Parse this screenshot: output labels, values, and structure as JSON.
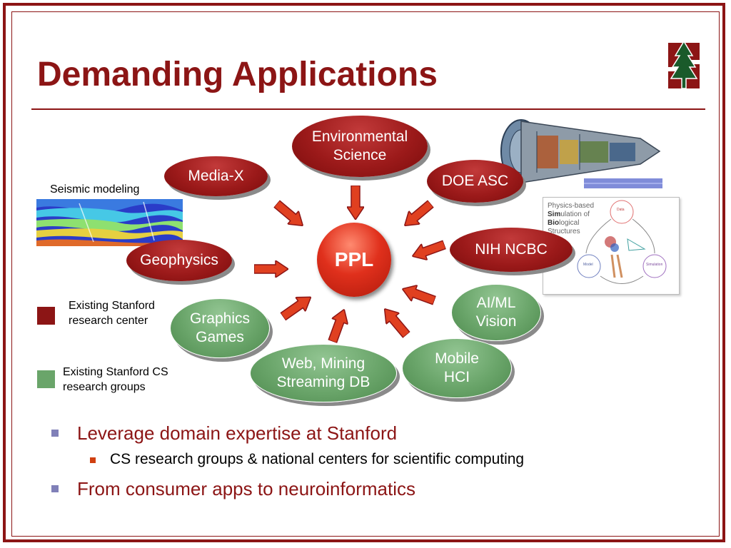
{
  "slide": {
    "title": "Demanding Applications",
    "colors": {
      "stanford_red": "#8c1515",
      "node_green": "#6aa56a",
      "ppl_red": "#e0301c",
      "bullet_blue": "#8080b8",
      "sub_bullet_orange": "#d04010"
    }
  },
  "center": {
    "label": "PPL"
  },
  "nodes": {
    "environmental": {
      "line1": "Environmental",
      "line2": "Science"
    },
    "media_x": {
      "label": "Media-X"
    },
    "doe_asc": {
      "label": "DOE ASC"
    },
    "geophysics": {
      "label": "Geophysics"
    },
    "nih_ncbc": {
      "label": "NIH NCBC"
    },
    "graphics": {
      "line1": "Graphics",
      "line2": "Games"
    },
    "ai_ml": {
      "line1": "AI/ML",
      "line2": "Vision"
    },
    "web": {
      "line1": "Web, Mining",
      "line2": "Streaming DB"
    },
    "mobile": {
      "line1": "Mobile",
      "line2": "HCI"
    }
  },
  "images": {
    "seismic_label": "Seismic modeling",
    "bio": {
      "line1": "Physics-based",
      "line2_bold": "Sim",
      "line2_rest": "ulation of",
      "line3_bold": "Bio",
      "line3_rest": "logical",
      "line4": "Structures",
      "node_data": "Data",
      "node_model": "Model",
      "node_simulation": "Simulation"
    }
  },
  "legend": {
    "red": {
      "line1": "Existing Stanford",
      "line2": "research center"
    },
    "green": {
      "line1": "Existing Stanford CS",
      "line2": "research groups"
    }
  },
  "bullets": {
    "b1": "Leverage domain expertise at Stanford",
    "b2": "CS research groups & national centers for scientific computing",
    "b3": "From consumer apps to neuroinformatics"
  },
  "icons": [
    "stanford-tree-logo-icon",
    "arrow-icon",
    "bullet-square-icon"
  ]
}
